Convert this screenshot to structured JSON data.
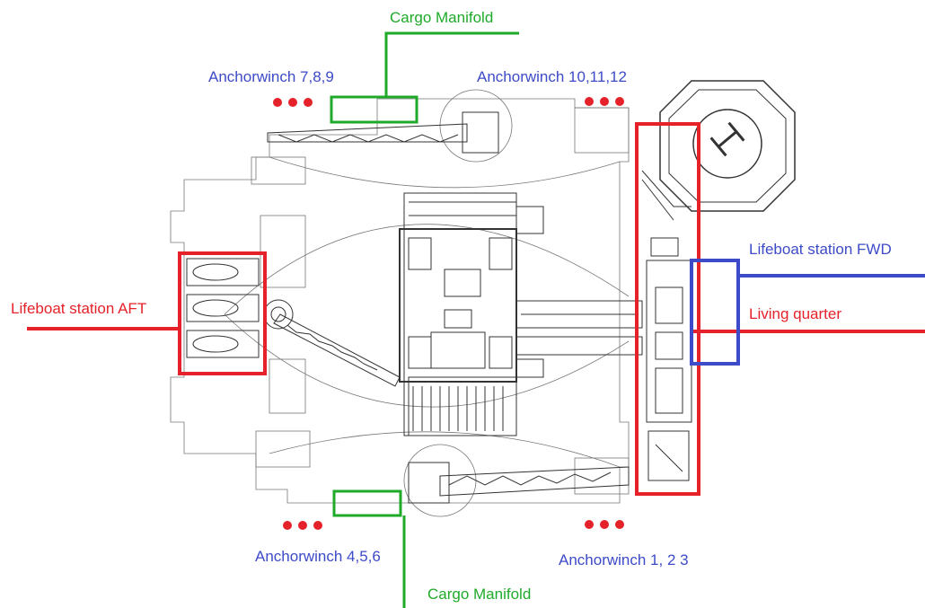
{
  "labels": {
    "cargo_manifold_top": "Cargo Manifold",
    "cargo_manifold_bottom": "Cargo Manifold",
    "anchorwinch_789": "Anchorwinch 7,8,9",
    "anchorwinch_101112": "Anchorwinch 10,11,12",
    "anchorwinch_456": "Anchorwinch 4,5,6",
    "anchorwinch_123": "Anchorwinch 1, 2 3",
    "lifeboat_aft": "Lifeboat station AFT",
    "lifeboat_fwd": "Lifeboat station FWD",
    "living_quarter": "Living quarter"
  },
  "colors": {
    "annotation_red": "#e5212a",
    "annotation_blue": "#3d4bc8",
    "annotation_green": "#1faa2a",
    "drawing_line": "#555555"
  },
  "icons": {
    "helideck": "helideck-icon",
    "winch_marker": "red-dot-marker"
  }
}
